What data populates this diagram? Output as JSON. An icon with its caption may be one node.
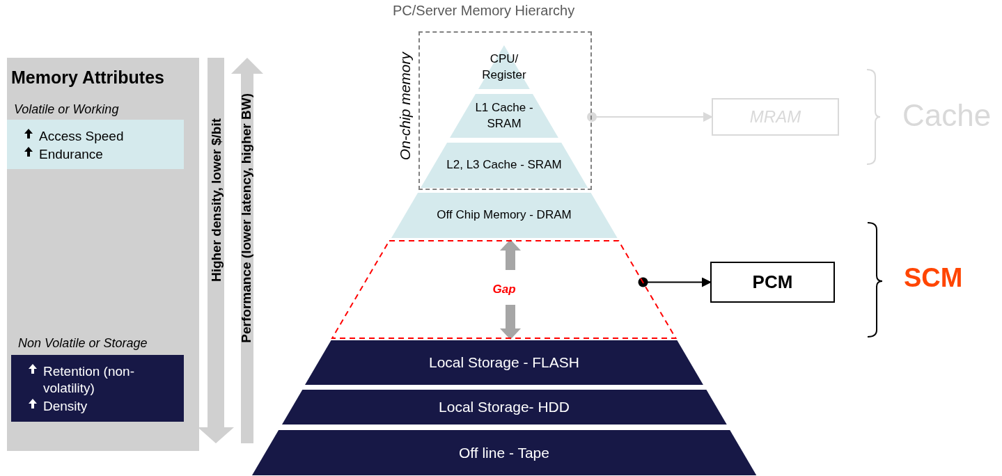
{
  "diagram": {
    "title": "PC/Server Memory Hierarchy",
    "nodes": [
      {
        "text": [
          "Memory Attributes"
        ]
      },
      {
        "text": [
          "Volatile or Working",
          "Access Speed",
          "Endurance"
        ],
        "in": 0
      },
      {
        "text": [
          "Non Volatile or Storage",
          "Retention (non- volatility)",
          "Density"
        ],
        "in": 0
      },
      {
        "text": [
          "On-chip memory"
        ]
      },
      {
        "text": [
          "CPU/ Register"
        ],
        "in": 3
      },
      {
        "text": [
          "L1 Cache - SRAM"
        ],
        "in": 3
      },
      {
        "text": [
          "L2, L3 Cache - SRAM"
        ],
        "in": 3
      },
      {
        "text": [
          "Off Chip Memory - DRAM"
        ]
      },
      {
        "text": [
          "Gap"
        ]
      },
      {
        "text": [
          "Local Storage - FLASH"
        ]
      },
      {
        "text": [
          "Local Storage- HDD"
        ]
      },
      {
        "text": [
          "Off line - Tape"
        ]
      },
      {
        "text": [
          "MRAM"
        ]
      },
      {
        "text": [
          "PCM"
        ]
      }
    ],
    "edges": [
      {
        "from": 3,
        "to": 12,
        "arrow": "to",
        "color": "#d9d9d9"
      },
      {
        "from": 8,
        "to": 13,
        "arrow": "to",
        "color": "#000000"
      },
      {
        "from": 8,
        "to": 7,
        "arrow": "to",
        "style": "thick",
        "color": "#a6a6a6"
      },
      {
        "from": 8,
        "to": 9,
        "arrow": "to",
        "style": "thick",
        "color": "#a6a6a6"
      }
    ],
    "labels": [
      "Higher density, lower $/bit",
      "Performance (lower latency, higher BW)",
      "Cache",
      "SCM"
    ]
  }
}
